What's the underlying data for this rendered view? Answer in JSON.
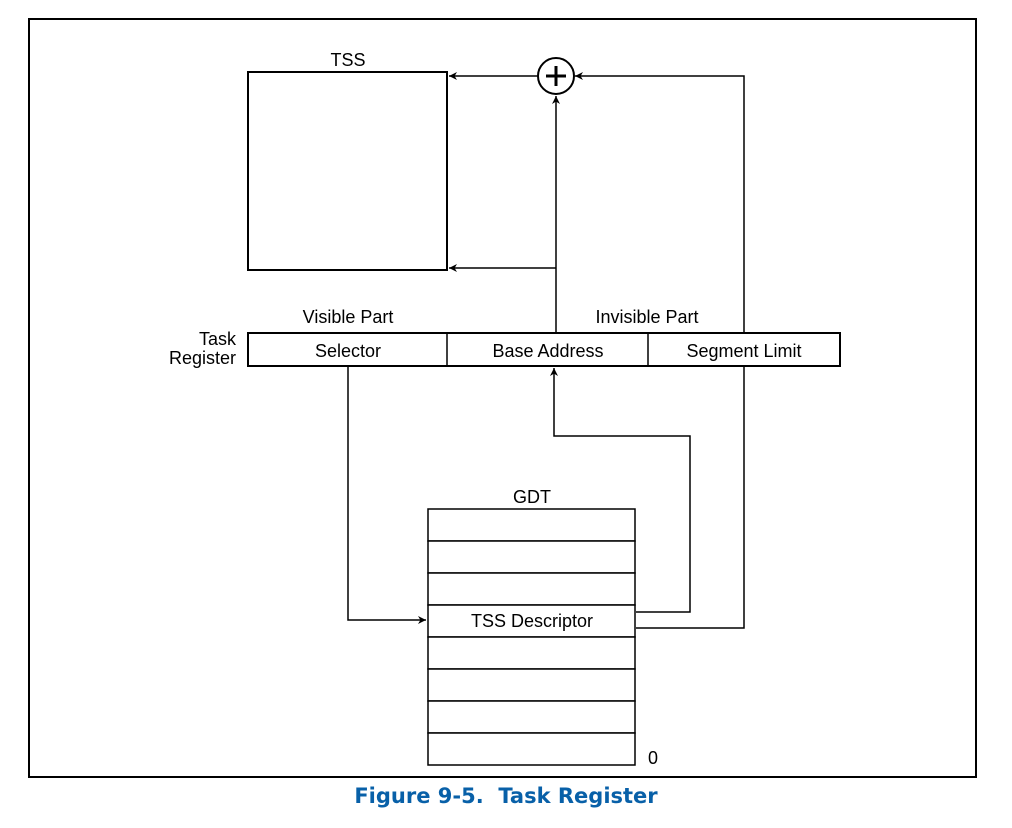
{
  "tss": {
    "label": "TSS"
  },
  "adder": {
    "symbol": "+"
  },
  "task_register": {
    "label_line1": "Task",
    "label_line2": "Register",
    "visible_part": "Visible Part",
    "invisible_part": "Invisible Part",
    "fields": [
      "Selector",
      "Base Address",
      "Segment Limit"
    ]
  },
  "gdt": {
    "label": "GDT",
    "descriptor": "TSS Descriptor",
    "bottom_index": "0",
    "row_count": 8,
    "descriptor_row": 3
  },
  "figure": {
    "number": "Figure 9-5.",
    "title": "Task Register"
  }
}
